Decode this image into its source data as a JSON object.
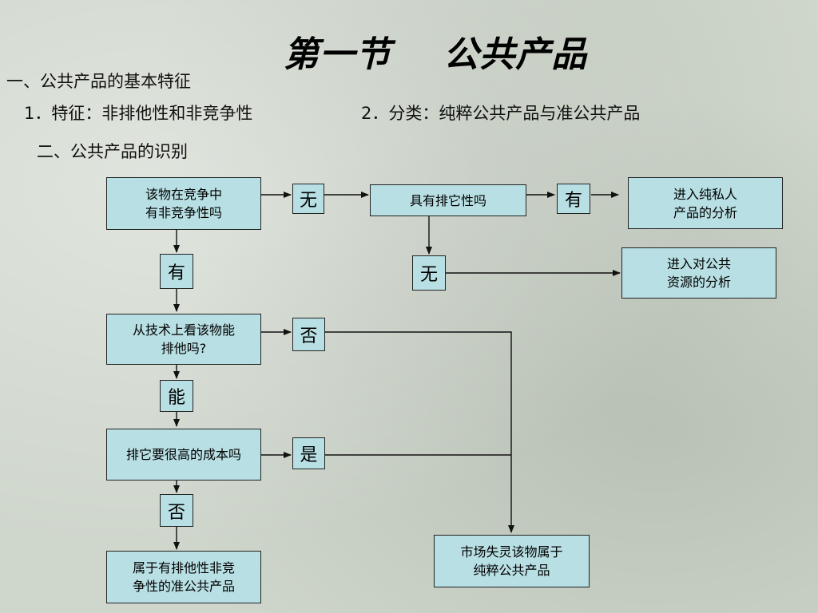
{
  "title": "第一节    公共产品",
  "heading1": "一、公共产品的基本特征",
  "point1": "1．特征：非排他性和非竞争性",
  "point2": "2．分类：纯粹公共产品与准公共产品",
  "heading2": "二、公共产品的识别",
  "nodes": {
    "q1": "该物在竞争中\n有非竞争性吗",
    "q_excl": "具有排它性吗",
    "private": "进入纯私人\n产品的分析",
    "common": "进入对公共\n资源的分析",
    "q2": "从技术上看该物能\n排他吗?",
    "q3": "排它要很高的成本吗",
    "quasi": "属于有排他性非竞\n争性的准公共产品",
    "pure": "市场失灵该物属于\n纯粹公共产品"
  },
  "tags": {
    "wu1": "无",
    "you1": "有",
    "you2": "有",
    "wu2": "无",
    "fou1": "否",
    "neng": "能",
    "shi": "是",
    "fou2": "否"
  }
}
